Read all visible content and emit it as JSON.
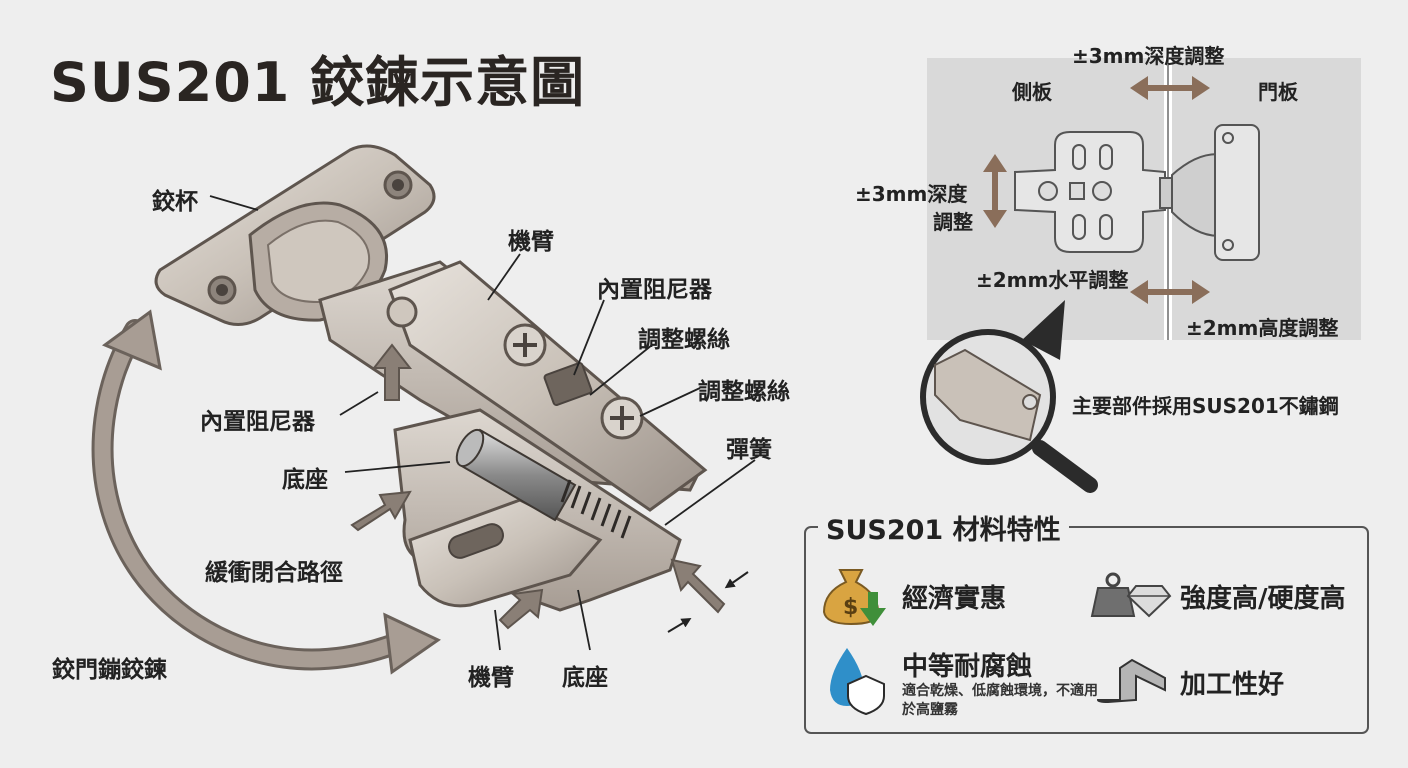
{
  "title": "SUS201 鉸鍊示意圖",
  "labels": {
    "cup": "鉸杯",
    "arm_top": "機臂",
    "damper_top": "內置阻尼器",
    "screw1": "調整螺絲",
    "screw2": "調整螺絲",
    "spring": "彈簧",
    "damper_left": "內置阻尼器",
    "base_left": "底座",
    "path": "緩衝閉合路徑",
    "door_hinge": "鉸門鏰鉸鍊",
    "arm_bottom": "機臂",
    "base_bottom": "底座"
  },
  "adjust": {
    "depth_top": "±3mm深度調整",
    "side_panel": "側板",
    "door_panel": "門板",
    "depth_left_line1": "±3mm深度",
    "depth_left_line2": "調整",
    "horizontal": "±2mm水平調整",
    "height": "±2mm高度調整",
    "material_note": "主要部件採用SUS201不鏽鋼"
  },
  "properties": {
    "title": "SUS201 材料特性",
    "items": [
      {
        "label": "經濟實惠",
        "icon": "money-bag-icon"
      },
      {
        "label": "強度高/硬度高",
        "icon": "weight-diamond-icon"
      },
      {
        "label": "中等耐腐蝕",
        "icon": "water-shield-icon",
        "note": "適合乾燥、低腐蝕環境，不適用於高鹽霧"
      },
      {
        "label": "加工性好",
        "icon": "bent-metal-icon"
      }
    ]
  },
  "colors": {
    "metal_light": "#cfc8c0",
    "metal_dark": "#6e655d",
    "arrow": "#8a7f76",
    "panel_bg": "#d9d9d9",
    "green": "#3f8f3a",
    "blue": "#2f8fc9"
  }
}
